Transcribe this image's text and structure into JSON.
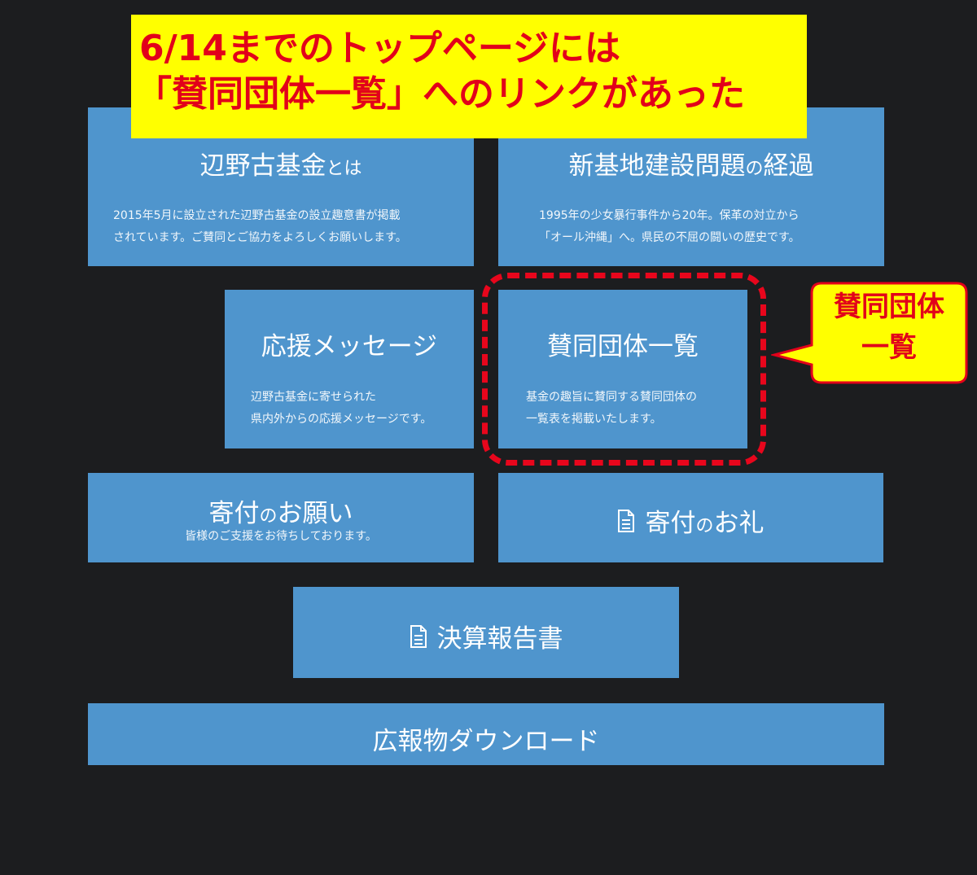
{
  "annotation": {
    "line1": "6/14までのトップページには",
    "line2": "「賛同団体一覧」へのリンクがあった"
  },
  "callout": {
    "line1": "賛同団体",
    "line2": "一覧"
  },
  "tiles": {
    "about": {
      "title_main": "辺野古基金",
      "title_small": "とは",
      "desc": "2015年5月に設立された辺野古基金の設立趣意書が掲載\nされています。ご賛同とご協力をよろしくお願いします。"
    },
    "history": {
      "title_a": "新基地建設問題",
      "title_small": "の",
      "title_b": "経過",
      "desc": "1995年の少女暴行事件から20年。保革の対立から\n「オール沖縄」へ。県民の不屈の闘いの歴史です。"
    },
    "messages": {
      "title": "応援メッセージ",
      "desc": "辺野古基金に寄せられた\n県内外からの応援メッセージです。"
    },
    "supporters": {
      "title": "賛同団体一覧",
      "desc": "基金の趣旨に賛同する賛同団体の\n一覧表を掲載いたします。"
    },
    "donate": {
      "title_main": "寄付",
      "title_small": "の",
      "title_end": "お願い",
      "sub": "皆様のご支援をお待ちしております。"
    },
    "thanks": {
      "icon": "document-icon",
      "title_main": "寄付",
      "title_small": "の",
      "title_end": "お礼"
    },
    "report": {
      "icon": "document-icon",
      "title": "決算報告書"
    },
    "download": {
      "title": "広報物ダウンロード"
    }
  },
  "colors": {
    "background": "#1c1d1f",
    "tile": "#4f95cd",
    "banner": "#ffff00",
    "annotation_red": "#e2001a"
  }
}
